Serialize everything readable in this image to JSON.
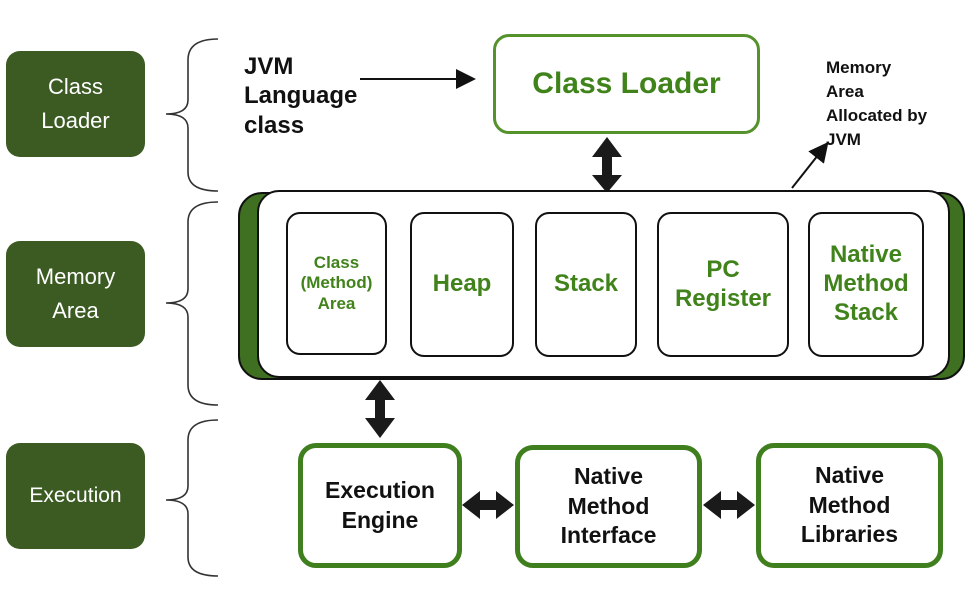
{
  "sections": {
    "class_loader": "Class\nLoader",
    "memory_area": "Memory\nArea",
    "execution": "Execution"
  },
  "jvm_language_class": "JVM\nLanguage\nclass",
  "class_loader_box": "Class Loader",
  "memory_note": "Memory\nArea\nAllocated by\nJVM",
  "memory_areas": {
    "class_method_area": "Class\n(Method)\nArea",
    "heap": "Heap",
    "stack": "Stack",
    "pc_register": "PC\nRegister",
    "native_method_stack": "Native\nMethod\nStack"
  },
  "execution_engine": "Execution\nEngine",
  "native_method_interface": "Native\nMethod\nInterface",
  "native_method_libraries": "Native\nMethod\nLibraries",
  "colors": {
    "label_bg": "#3c5b23",
    "text_green": "#41831b",
    "box_border_green": "#3f7f1e",
    "memory_band": "#3f6f21"
  }
}
